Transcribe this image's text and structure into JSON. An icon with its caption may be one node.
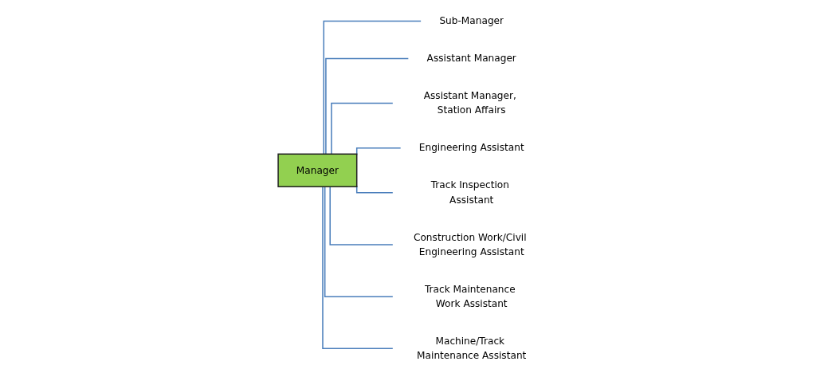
{
  "diagram": {
    "nodes": [
      {
        "text": [
          "Manager"
        ]
      },
      {
        "text": [
          "Sub-Manager"
        ]
      },
      {
        "text": [
          "Assistant Manager"
        ]
      },
      {
        "text": [
          "Assistant Manager, Station Affairs"
        ]
      },
      {
        "text": [
          "Engineering Assistant"
        ]
      },
      {
        "text": [
          "Track Inspection Assistant"
        ]
      },
      {
        "text": [
          "Construction Work/Civil Engineering Assistant"
        ]
      },
      {
        "text": [
          "Track Maintenance Work Assistant"
        ]
      },
      {
        "text": [
          "Machine/Track Maintenance Assistant"
        ]
      }
    ],
    "edges": [
      {
        "from": 0,
        "to": 1,
        "arrow": "none"
      },
      {
        "from": 0,
        "to": 2,
        "arrow": "none"
      },
      {
        "from": 0,
        "to": 3,
        "arrow": "none"
      },
      {
        "from": 0,
        "to": 4,
        "arrow": "none"
      },
      {
        "from": 0,
        "to": 5,
        "arrow": "none"
      },
      {
        "from": 0,
        "to": 6,
        "arrow": "none"
      },
      {
        "from": 0,
        "to": 7,
        "arrow": "none"
      },
      {
        "from": 0,
        "to": 8,
        "arrow": "none"
      }
    ]
  }
}
